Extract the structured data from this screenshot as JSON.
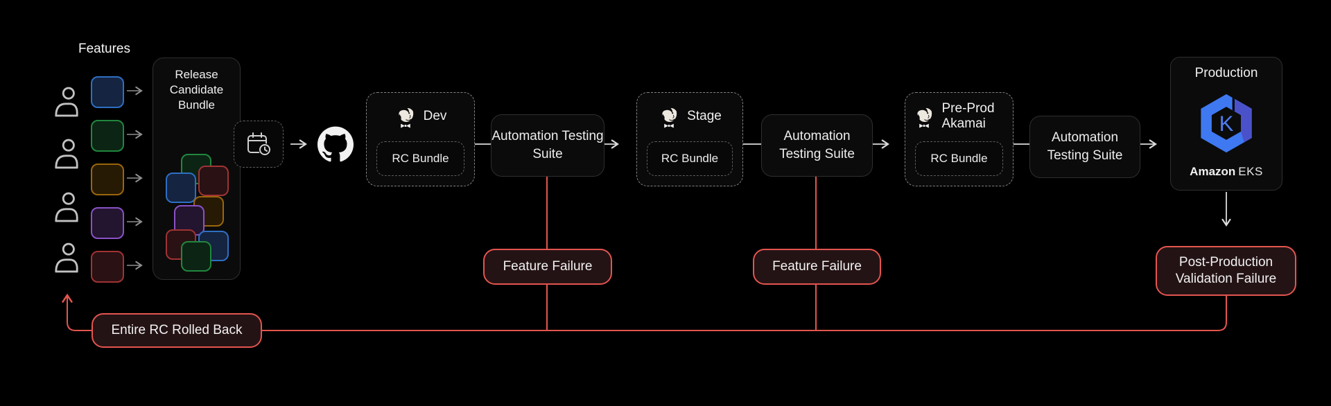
{
  "colors": {
    "background": "#000000",
    "failure_red": "#e4554f",
    "failure_bg": "#241315",
    "box_bg": "#0b0b0b",
    "box_border": "#2f2f2f",
    "connector_light": "#d9d9d9",
    "connector_dim": "#8f8f8f",
    "eks_blue": "#3e79f2",
    "eks_indigo": "#4b52c9"
  },
  "features": {
    "label": "Features",
    "developer_count": 4,
    "squares": [
      {
        "name": "blue",
        "border": "#2e6fc4",
        "fill": "#152440"
      },
      {
        "name": "green",
        "border": "#21873e",
        "fill": "#0c2414"
      },
      {
        "name": "amber",
        "border": "#9b660c",
        "fill": "#271a04"
      },
      {
        "name": "purple",
        "border": "#8a52c6",
        "fill": "#231430"
      },
      {
        "name": "red",
        "border": "#a13333",
        "fill": "#291114"
      }
    ]
  },
  "release_bundle": {
    "title": "Release Candidate Bundle",
    "squares": [
      {
        "name": "green",
        "border": "#21873e",
        "fill": "#0c2414"
      },
      {
        "name": "red",
        "border": "#a13333",
        "fill": "#291114"
      },
      {
        "name": "blue",
        "border": "#2e6fc4",
        "fill": "#152440"
      },
      {
        "name": "amber",
        "border": "#9b660c",
        "fill": "#271a04"
      },
      {
        "name": "purple",
        "border": "#8a52c6",
        "fill": "#231430"
      },
      {
        "name": "red",
        "border": "#a13333",
        "fill": "#291114"
      },
      {
        "name": "blue",
        "border": "#2e6fc4",
        "fill": "#152440"
      },
      {
        "name": "green",
        "border": "#21873e",
        "fill": "#0c2414"
      }
    ]
  },
  "stages": [
    {
      "env": "Dev",
      "bundle": "RC Bundle",
      "test": "Automation Testing Suite"
    },
    {
      "env": "Stage",
      "bundle": "RC Bundle",
      "test": "Automation Testing Suite"
    },
    {
      "env": "Pre-Prod Akamai",
      "bundle": "RC Bundle",
      "test": "Automation Testing Suite"
    }
  ],
  "production": {
    "title": "Production",
    "platform_bold": "Amazon",
    "platform_rest": "EKS",
    "logo_letter": "K"
  },
  "failures": {
    "feature_1": "Feature Failure",
    "feature_2": "Feature Failure",
    "post_production": "Post-Production Validation Failure",
    "rollback": "Entire RC Rolled Back"
  },
  "icons": {
    "user": "user-icon",
    "calendar": "calendar-clock-icon",
    "github": "github-icon",
    "jenkins": "jenkins-icon",
    "eks": "amazon-eks-icon"
  }
}
